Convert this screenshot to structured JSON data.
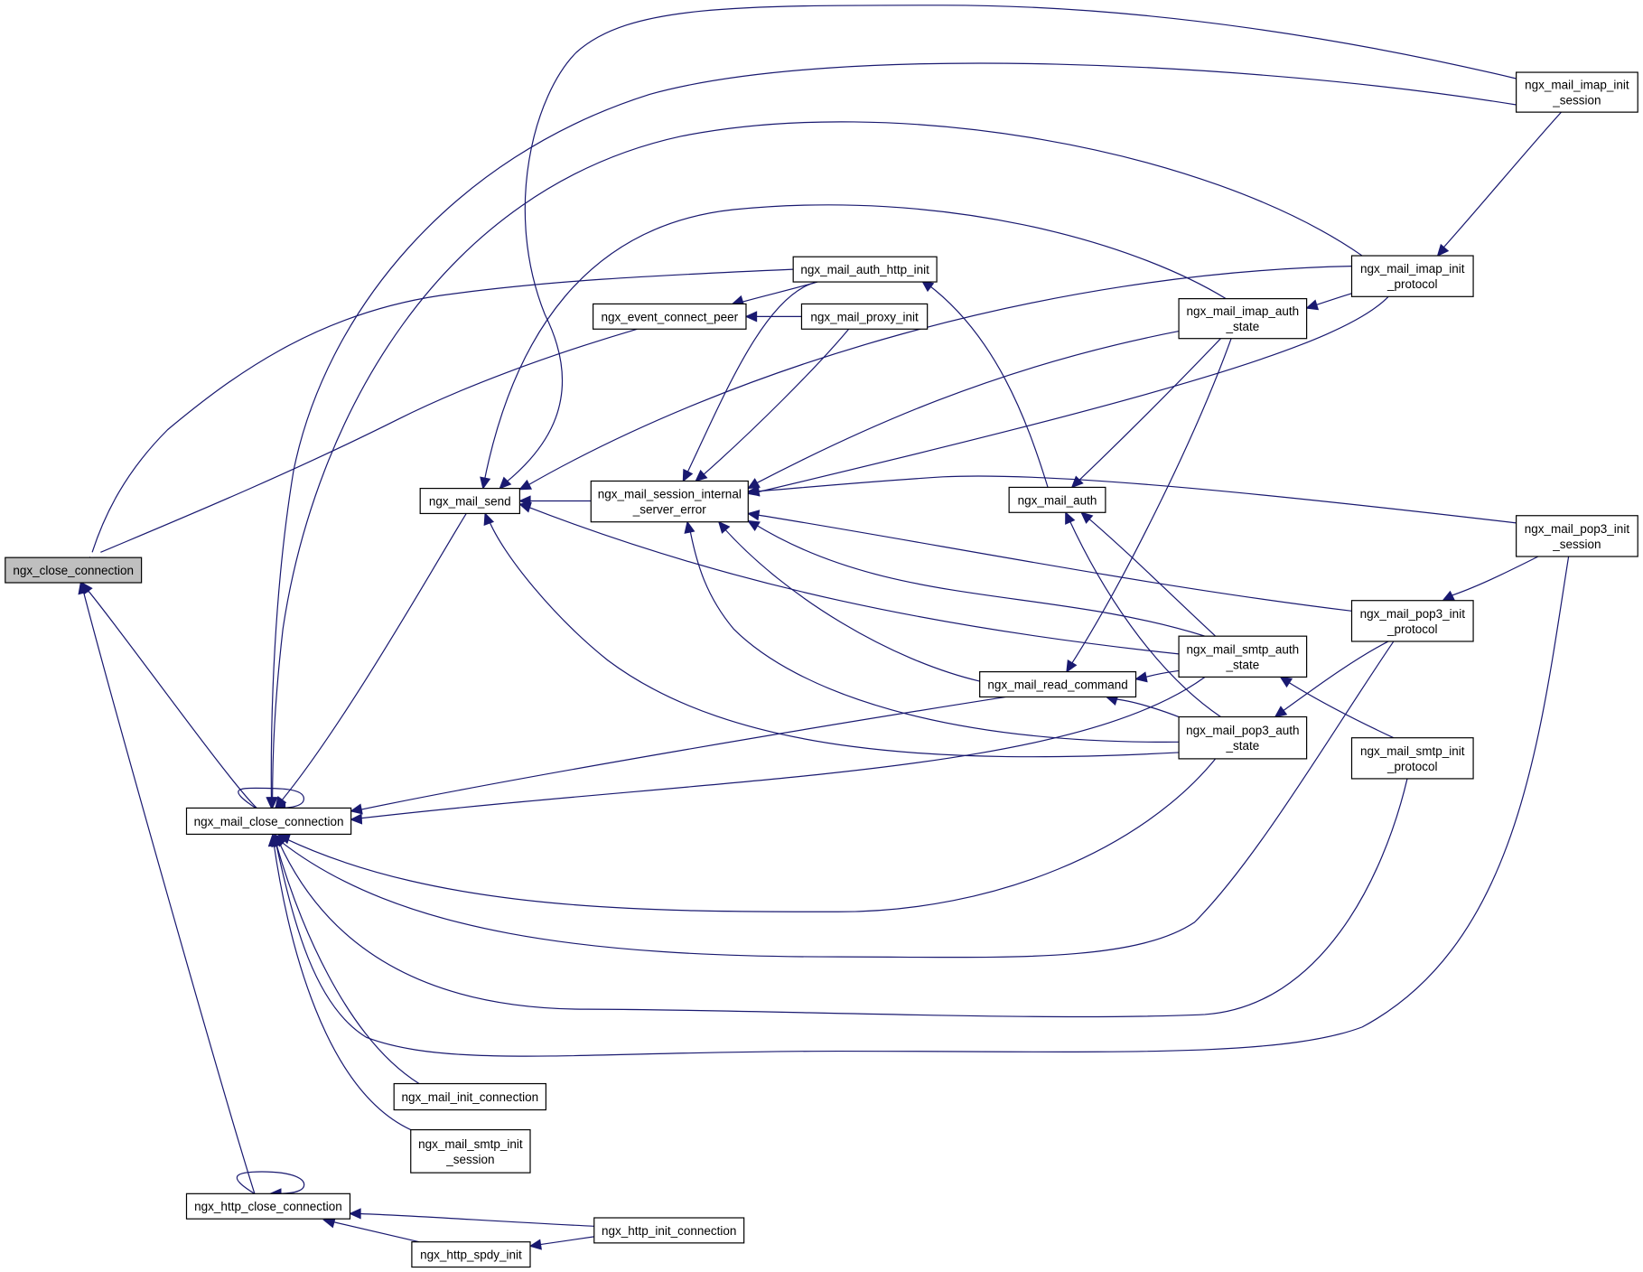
{
  "graph": {
    "nodes": [
      {
        "id": "ngx_close_connection",
        "lines": [
          "ngx_close_connection"
        ],
        "highlight": true
      },
      {
        "id": "ngx_mail_close_connection",
        "lines": [
          "ngx_mail_close_connection"
        ]
      },
      {
        "id": "ngx_http_close_connection",
        "lines": [
          "ngx_http_close_connection"
        ]
      },
      {
        "id": "ngx_mail_send",
        "lines": [
          "ngx_mail_send"
        ]
      },
      {
        "id": "ngx_mail_auth_http_init",
        "lines": [
          "ngx_mail_auth_http_init"
        ]
      },
      {
        "id": "ngx_event_connect_peer",
        "lines": [
          "ngx_event_connect_peer"
        ]
      },
      {
        "id": "ngx_mail_proxy_init",
        "lines": [
          "ngx_mail_proxy_init"
        ]
      },
      {
        "id": "ngx_mail_session_internal_server_error",
        "lines": [
          "ngx_mail_session_internal",
          "_server_error"
        ]
      },
      {
        "id": "ngx_mail_init_connection",
        "lines": [
          "ngx_mail_init_connection"
        ]
      },
      {
        "id": "ngx_mail_smtp_init_session",
        "lines": [
          "ngx_mail_smtp_init",
          "_session"
        ]
      },
      {
        "id": "ngx_http_spdy_init",
        "lines": [
          "ngx_http_spdy_init"
        ]
      },
      {
        "id": "ngx_http_init_connection",
        "lines": [
          "ngx_http_init_connection"
        ]
      },
      {
        "id": "ngx_mail_auth",
        "lines": [
          "ngx_mail_auth"
        ]
      },
      {
        "id": "ngx_mail_read_command",
        "lines": [
          "ngx_mail_read_command"
        ]
      },
      {
        "id": "ngx_mail_imap_auth_state",
        "lines": [
          "ngx_mail_imap_auth",
          "_state"
        ]
      },
      {
        "id": "ngx_mail_smtp_auth_state",
        "lines": [
          "ngx_mail_smtp_auth",
          "_state"
        ]
      },
      {
        "id": "ngx_mail_pop3_auth_state",
        "lines": [
          "ngx_mail_pop3_auth",
          "_state"
        ]
      },
      {
        "id": "ngx_mail_imap_init_protocol",
        "lines": [
          "ngx_mail_imap_init",
          "_protocol"
        ]
      },
      {
        "id": "ngx_mail_pop3_init_protocol",
        "lines": [
          "ngx_mail_pop3_init",
          "_protocol"
        ]
      },
      {
        "id": "ngx_mail_smtp_init_protocol",
        "lines": [
          "ngx_mail_smtp_init",
          "_protocol"
        ]
      },
      {
        "id": "ngx_mail_imap_init_session",
        "lines": [
          "ngx_mail_imap_init",
          "_session"
        ]
      },
      {
        "id": "ngx_mail_pop3_init_session",
        "lines": [
          "ngx_mail_pop3_init",
          "_session"
        ]
      }
    ],
    "edges": [
      {
        "from": "ngx_mail_close_connection",
        "to": "ngx_close_connection"
      },
      {
        "from": "ngx_http_close_connection",
        "to": "ngx_close_connection"
      },
      {
        "from": "ngx_mail_auth_http_init",
        "to": "ngx_close_connection"
      },
      {
        "from": "ngx_event_connect_peer",
        "to": "ngx_close_connection"
      },
      {
        "from": "ngx_mail_close_connection",
        "to": "ngx_mail_close_connection"
      },
      {
        "from": "ngx_mail_send",
        "to": "ngx_mail_close_connection"
      },
      {
        "from": "ngx_mail_read_command",
        "to": "ngx_mail_close_connection"
      },
      {
        "from": "ngx_mail_smtp_auth_state",
        "to": "ngx_mail_close_connection"
      },
      {
        "from": "ngx_mail_pop3_auth_state",
        "to": "ngx_mail_close_connection"
      },
      {
        "from": "ngx_mail_init_connection",
        "to": "ngx_mail_close_connection"
      },
      {
        "from": "ngx_mail_smtp_init_session",
        "to": "ngx_mail_close_connection"
      },
      {
        "from": "ngx_mail_imap_init_session",
        "to": "ngx_mail_close_connection"
      },
      {
        "from": "ngx_mail_imap_init_protocol",
        "to": "ngx_mail_close_connection"
      },
      {
        "from": "ngx_mail_pop3_init_protocol",
        "to": "ngx_mail_close_connection"
      },
      {
        "from": "ngx_mail_smtp_init_protocol",
        "to": "ngx_mail_close_connection"
      },
      {
        "from": "ngx_mail_pop3_init_session",
        "to": "ngx_mail_close_connection"
      },
      {
        "from": "ngx_http_close_connection",
        "to": "ngx_http_close_connection"
      },
      {
        "from": "ngx_http_init_connection",
        "to": "ngx_http_close_connection"
      },
      {
        "from": "ngx_http_spdy_init",
        "to": "ngx_http_close_connection"
      },
      {
        "from": "ngx_http_init_connection",
        "to": "ngx_http_spdy_init"
      },
      {
        "from": "ngx_mail_session_internal_server_error",
        "to": "ngx_mail_send"
      },
      {
        "from": "ngx_mail_imap_auth_state",
        "to": "ngx_mail_send"
      },
      {
        "from": "ngx_mail_imap_init_session",
        "to": "ngx_mail_send"
      },
      {
        "from": "ngx_mail_pop3_init_protocol",
        "to": "ngx_mail_send"
      },
      {
        "from": "ngx_mail_smtp_auth_state",
        "to": "ngx_mail_send"
      },
      {
        "from": "ngx_mail_pop3_auth_state",
        "to": "ngx_mail_send"
      },
      {
        "from": "ngx_mail_proxy_init",
        "to": "ngx_event_connect_peer"
      },
      {
        "from": "ngx_mail_auth_http_init",
        "to": "ngx_event_connect_peer"
      },
      {
        "from": "ngx_mail_auth_http_init",
        "to": "ngx_mail_session_internal_server_error"
      },
      {
        "from": "ngx_mail_proxy_init",
        "to": "ngx_mail_session_internal_server_error"
      },
      {
        "from": "ngx_mail_imap_auth_state",
        "to": "ngx_mail_session_internal_server_error"
      },
      {
        "from": "ngx_mail_imap_init_protocol",
        "to": "ngx_mail_session_internal_server_error"
      },
      {
        "from": "ngx_mail_pop3_init_session",
        "to": "ngx_mail_session_internal_server_error"
      },
      {
        "from": "ngx_mail_pop3_init_protocol",
        "to": "ngx_mail_session_internal_server_error"
      },
      {
        "from": "ngx_mail_smtp_auth_state",
        "to": "ngx_mail_session_internal_server_error"
      },
      {
        "from": "ngx_mail_read_command",
        "to": "ngx_mail_session_internal_server_error"
      },
      {
        "from": "ngx_mail_pop3_auth_state",
        "to": "ngx_mail_session_internal_server_error"
      },
      {
        "from": "ngx_mail_auth",
        "to": "ngx_mail_auth_http_init"
      },
      {
        "from": "ngx_mail_imap_auth_state",
        "to": "ngx_mail_auth"
      },
      {
        "from": "ngx_mail_smtp_auth_state",
        "to": "ngx_mail_auth"
      },
      {
        "from": "ngx_mail_pop3_auth_state",
        "to": "ngx_mail_auth"
      },
      {
        "from": "ngx_mail_imap_auth_state",
        "to": "ngx_mail_read_command"
      },
      {
        "from": "ngx_mail_smtp_auth_state",
        "to": "ngx_mail_read_command"
      },
      {
        "from": "ngx_mail_pop3_auth_state",
        "to": "ngx_mail_read_command"
      },
      {
        "from": "ngx_mail_imap_init_protocol",
        "to": "ngx_mail_imap_auth_state"
      },
      {
        "from": "ngx_mail_imap_init_session",
        "to": "ngx_mail_imap_init_protocol"
      },
      {
        "from": "ngx_mail_pop3_init_session",
        "to": "ngx_mail_pop3_init_protocol"
      },
      {
        "from": "ngx_mail_pop3_init_protocol",
        "to": "ngx_mail_pop3_auth_state"
      },
      {
        "from": "ngx_mail_smtp_init_protocol",
        "to": "ngx_mail_smtp_auth_state"
      }
    ]
  }
}
